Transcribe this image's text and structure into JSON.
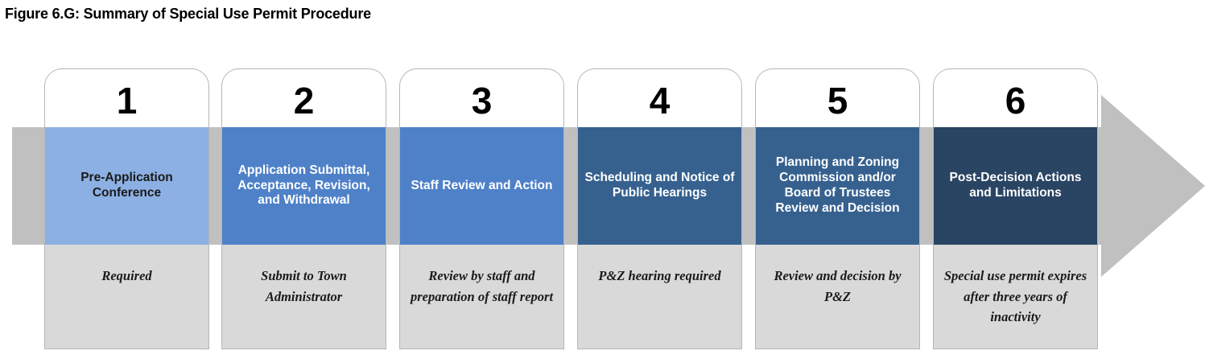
{
  "title": "Figure 6.G: Summary of Special Use Permit Procedure",
  "colors": {
    "band_pale_blue": "#8cb0e3",
    "band_medium_blue": "#4e81c8",
    "band_steel_blue": "#36618f",
    "band_navy": "#2a4463",
    "arrow_gray": "#c0c0c0",
    "caption_gray": "#d9d9d9",
    "card_border": "#b6b6b6"
  },
  "steps": [
    {
      "number": "1",
      "label": "Pre-Application Conference",
      "caption": "Required",
      "color": "#8cb0e3",
      "text_color": "dark"
    },
    {
      "number": "2",
      "label": "Application Submittal, Acceptance, Revision, and Withdrawal",
      "caption": "Submit to Town Administrator",
      "color": "#4e81c8",
      "text_color": "light"
    },
    {
      "number": "3",
      "label": "Staff Review and Action",
      "caption": "Review by staff and preparation of staff report",
      "color": "#4e81c8",
      "text_color": "light"
    },
    {
      "number": "4",
      "label": "Scheduling and Notice of Public Hearings",
      "caption": "P&Z hearing required",
      "color": "#36618f",
      "text_color": "light"
    },
    {
      "number": "5",
      "label": "Planning and Zoning Commission and/or Board of Trustees Review and Decision",
      "caption": "Review and decision by P&Z",
      "color": "#36618f",
      "text_color": "light"
    },
    {
      "number": "6",
      "label": "Post-Decision Actions and Limitations",
      "caption": "Special use permit expires after three years of inactivity",
      "color": "#2a4463",
      "text_color": "light"
    }
  ]
}
